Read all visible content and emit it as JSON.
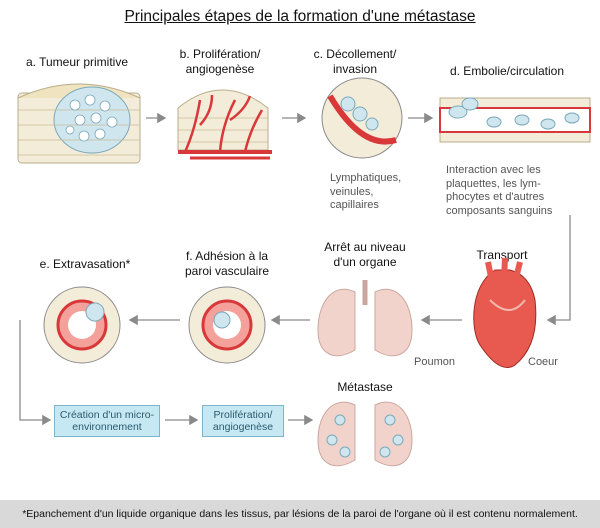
{
  "title": "Principales étapes de la formation d'une métastase",
  "steps": {
    "a": "a. Tumeur primitive",
    "b_line1": "b. Prolifération/",
    "b_line2": "angiogenèse",
    "c_line1": "c. Décollement/",
    "c_line2": "invasion",
    "d": "d. Embolie/circulation",
    "e": "e. Extravasation*",
    "f_line1": "f. Adhésion à la",
    "f_line2": "paroi vasculaire"
  },
  "notes": {
    "vessels": [
      "Lymphatiques,",
      "veinules,",
      "capillaires"
    ],
    "interaction": [
      "Interaction avec les",
      "plaquettes, les lym-",
      "phocytes et d'autres",
      "composants sanguins"
    ]
  },
  "organ_labels": {
    "transport": "Transport",
    "heart": "Coeur",
    "arrest_line1": "Arrêt au niveau",
    "arrest_line2": "d'un organe",
    "lung": "Poumon",
    "metastasis": "Métastase"
  },
  "boxes": {
    "microenv_line1": "Création d'un micro-",
    "microenv_line2": "environnement",
    "prolif_line1": "Prolifération/",
    "prolif_line2": "angiogenèse"
  },
  "footnote": "*Epanchement d'un liquide organique dans les tissus, par lésions de la paroi de l'organe où il est contenu normalement.",
  "colors": {
    "cell_fill": "#f3ecd8",
    "tumor_cell": "#cfe6ef",
    "vessel_red": "#d8383a",
    "organ_pink": "#f2d3cc",
    "box_blue": "#c5e8f3",
    "arrow_gray": "#8a8a8a"
  }
}
